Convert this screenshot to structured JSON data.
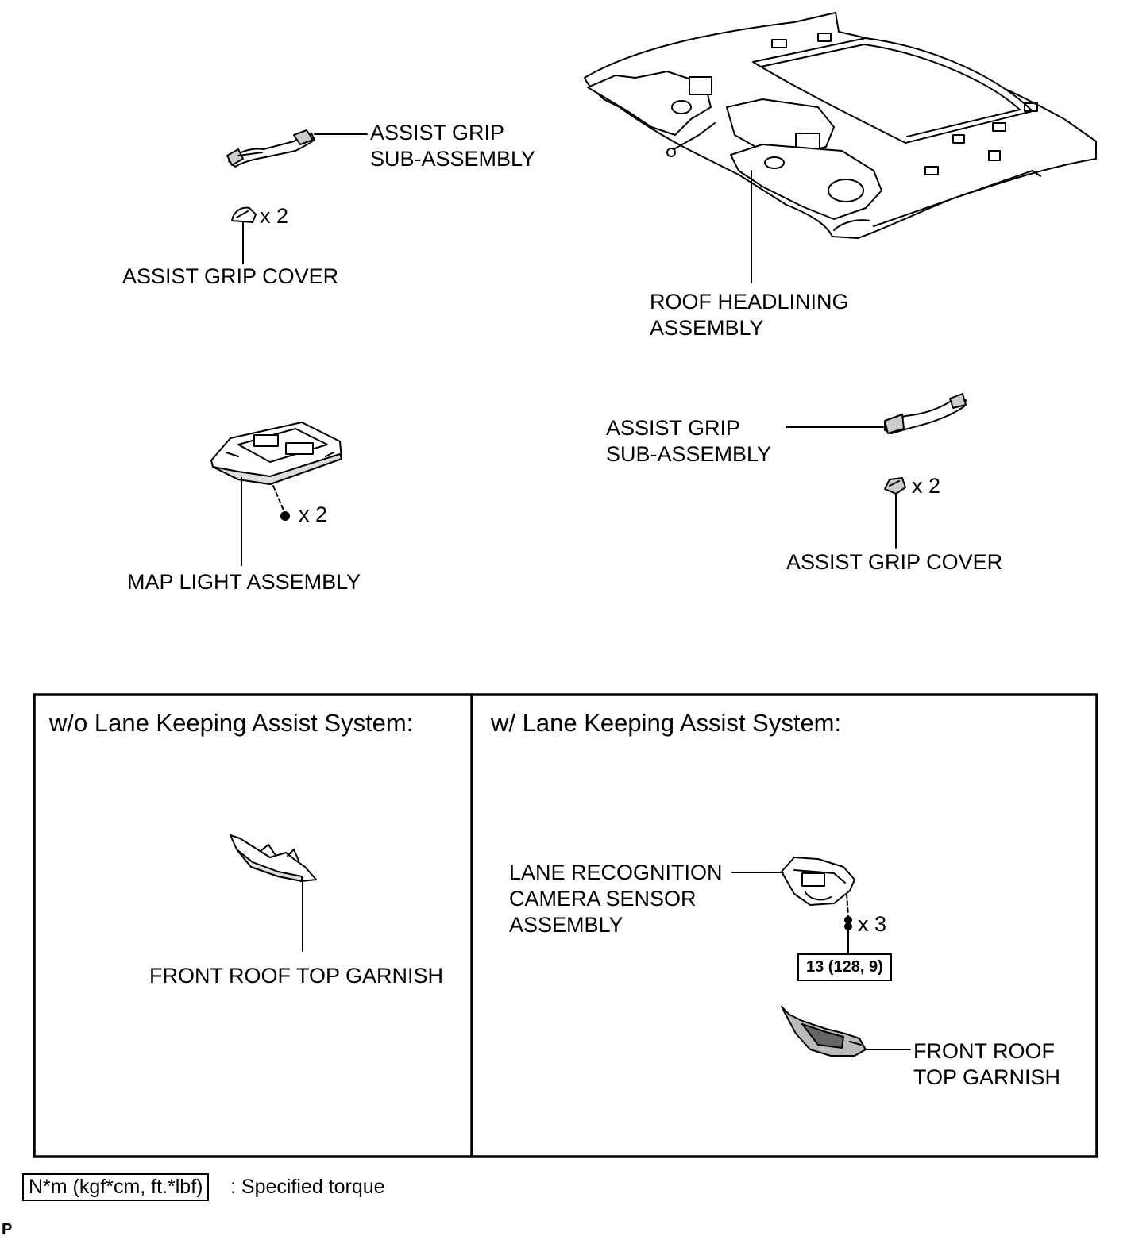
{
  "labels": {
    "assist_grip_top_left": [
      "ASSIST GRIP",
      "SUB-ASSEMBLY"
    ],
    "assist_grip_cover_top_left": "ASSIST GRIP COVER",
    "qty_cover_top_left": "x 2",
    "roof_headlining": [
      "ROOF HEADLINING",
      "ASSEMBLY"
    ],
    "map_light": "MAP LIGHT ASSEMBLY",
    "qty_map_light_screw": "x 2",
    "assist_grip_right": [
      "ASSIST GRIP",
      "SUB-ASSEMBLY"
    ],
    "qty_cover_right": "x 2",
    "assist_grip_cover_right": "ASSIST GRIP COVER"
  },
  "panels": {
    "left": {
      "title": "w/o Lane Keeping Assist System:",
      "garnish_label": "FRONT ROOF TOP GARNISH"
    },
    "right": {
      "title": "w/ Lane Keeping Assist System:",
      "camera_label": [
        "LANE RECOGNITION",
        "CAMERA SENSOR",
        "ASSEMBLY"
      ],
      "qty_bolts": "x 3",
      "torque": "13 (128, 9)",
      "garnish_label": [
        "FRONT ROOF",
        "TOP GARNISH"
      ]
    }
  },
  "legend": {
    "box": "N*m (kgf*cm, ft.*lbf)",
    "text": ": Specified torque"
  },
  "code": "P"
}
